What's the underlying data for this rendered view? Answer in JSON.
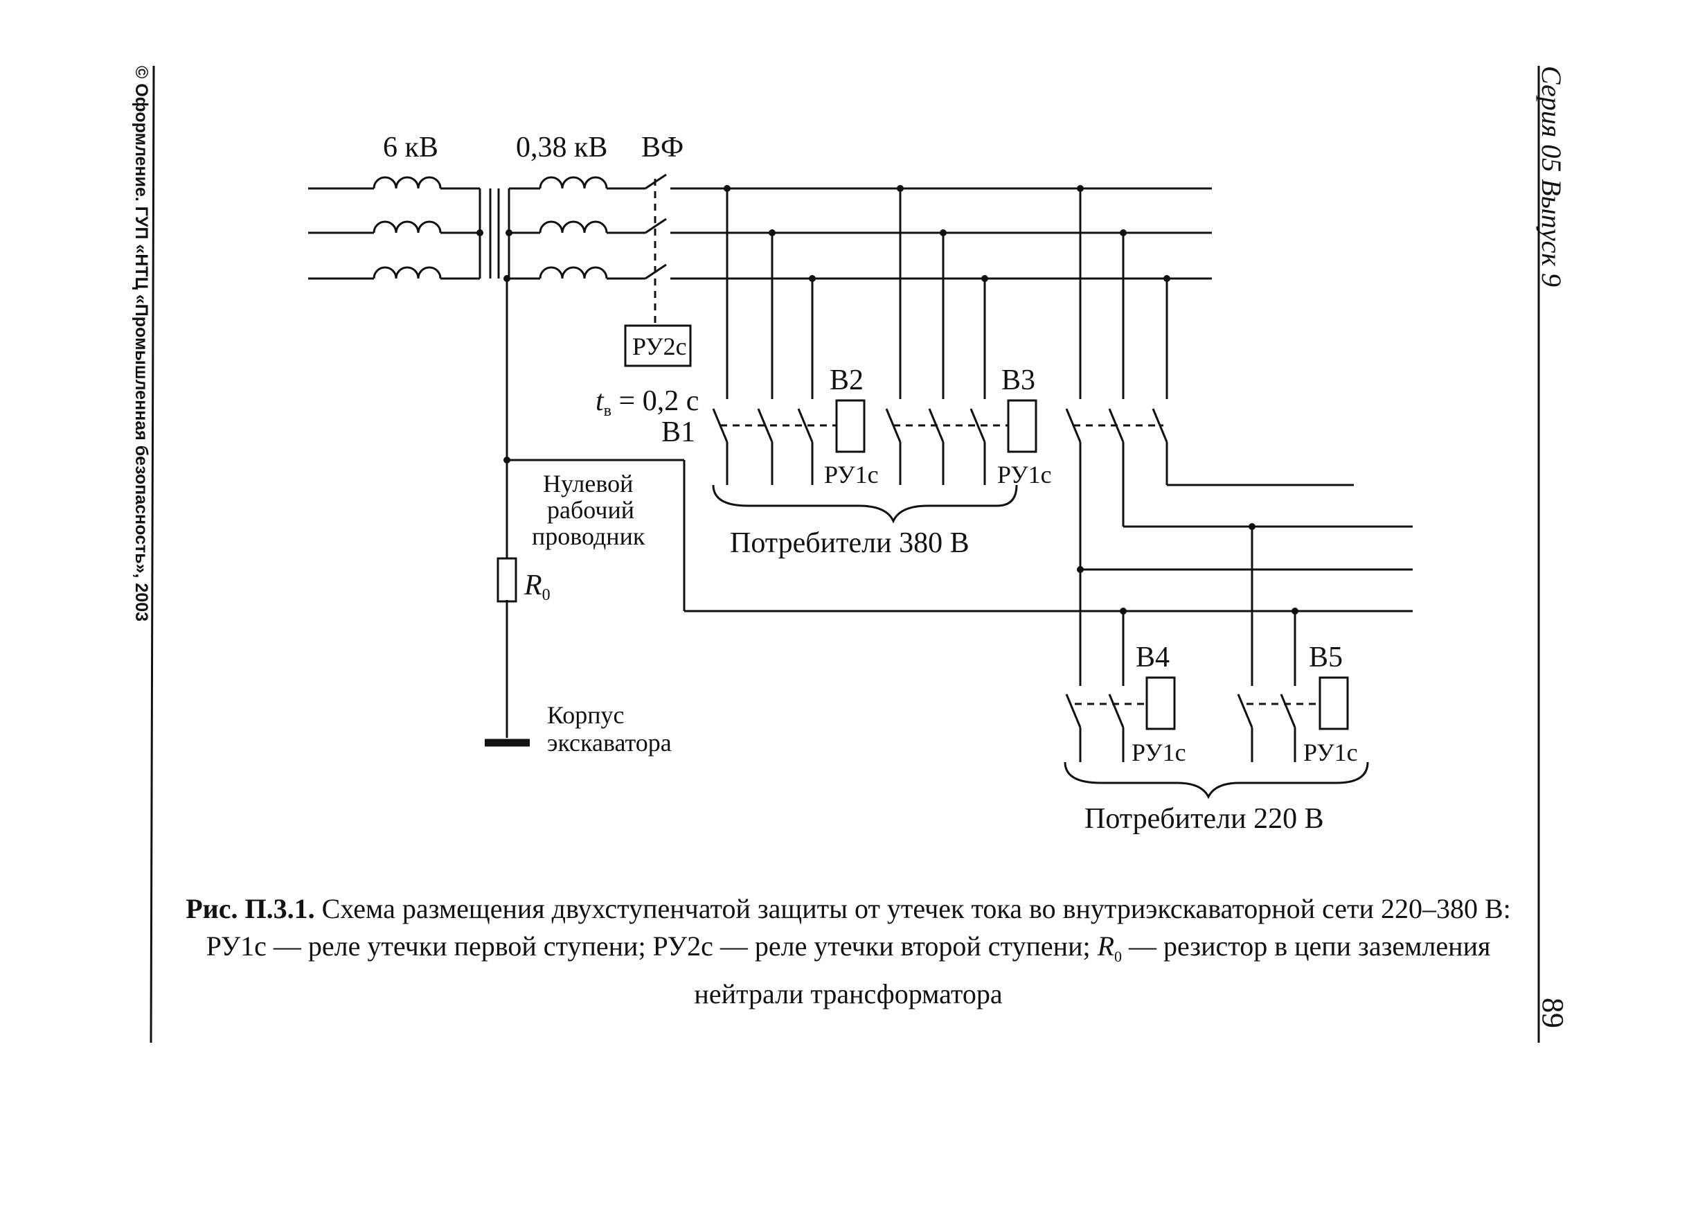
{
  "header": {
    "copyright": "© Оформление. ГУП «НТЦ «Промышленная безопасность», 2003",
    "series": "Серия 05 Выпуск 9",
    "page_number": "89"
  },
  "diagram": {
    "label_6kv": "6 кВ",
    "label_038kv": "0,38 кВ",
    "label_vf": "ВФ",
    "label_ru2c": "РУ2с",
    "label_tv_t": "t",
    "label_tv_sub": "в",
    "label_tv_value": " = 0,2 с",
    "label_b1": "В1",
    "label_b2": "В2",
    "label_b3": "В3",
    "label_b4": "В4",
    "label_b5": "В5",
    "label_ru1c": "РУ1с",
    "neutral_line1": "Нулевой",
    "neutral_line2": "рабочий",
    "neutral_line3": "проводник",
    "r0_main": "R",
    "r0_sub": "0",
    "body_line1": "Корпус",
    "body_line2": "экскаватора",
    "consumers_380": "Потребители 380 В",
    "consumers_220": "Потребители 220 В"
  },
  "caption": {
    "fig_label": "Рис. П.3.1.",
    "title": "Схема размещения двухступенчатой защиты от утечек тока во внутриэкскаваторной сети 220–380 В:",
    "legend_a": "РУ1с — реле утечки первой ступени; РУ2с — реле утечки второй ступени; ",
    "legend_r": "R",
    "legend_r_sub": "0",
    "legend_b": " — резистор в цепи заземления нейтрали трансформатора"
  }
}
